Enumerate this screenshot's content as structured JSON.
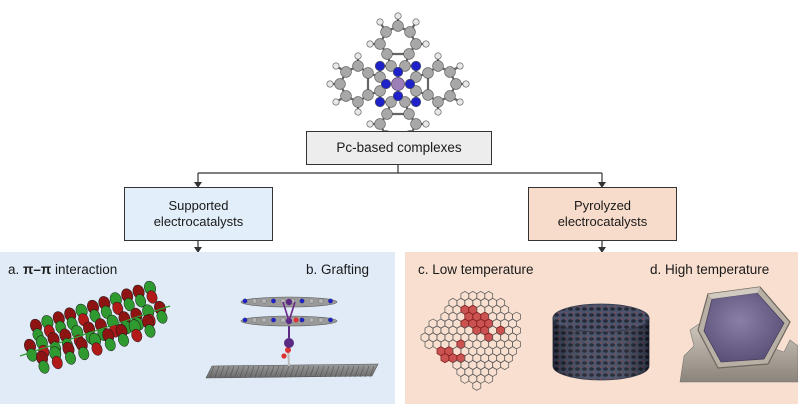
{
  "diagram": {
    "root": {
      "label": "Pc-based complexes"
    },
    "branches": [
      {
        "label_line1": "Supported",
        "label_line2": "electrocatalysts"
      },
      {
        "label_line1": "Pyrolyzed",
        "label_line2": "electrocatalysts"
      }
    ],
    "panels": {
      "a": {
        "prefix": "a.",
        "symbol": "π–π",
        "text": "interaction"
      },
      "b": {
        "text": "b. Grafting"
      },
      "c": {
        "text": "c. Low temperature"
      },
      "d": {
        "text": "d. High temperature"
      }
    }
  },
  "colors": {
    "root_fill": "#ededed",
    "supported_fill": "#e2eef9",
    "pyrolyzed_fill": "#f8dccb",
    "left_panel": "#e0ebf7",
    "right_panel": "#f8dfcf",
    "carbon": "#a8a8a8",
    "nitrogen": "#1e22c8",
    "metal": "#9d7fb7"
  },
  "icons": [
    "phthalocyanine-molecule-icon",
    "pi-pi-stacking-orbital-icon",
    "grafted-pc-on-carbon-icon",
    "doped-graphene-sheet-icon",
    "porous-carbon-cylinder-icon",
    "carbon-encapsulated-particle-icon"
  ]
}
